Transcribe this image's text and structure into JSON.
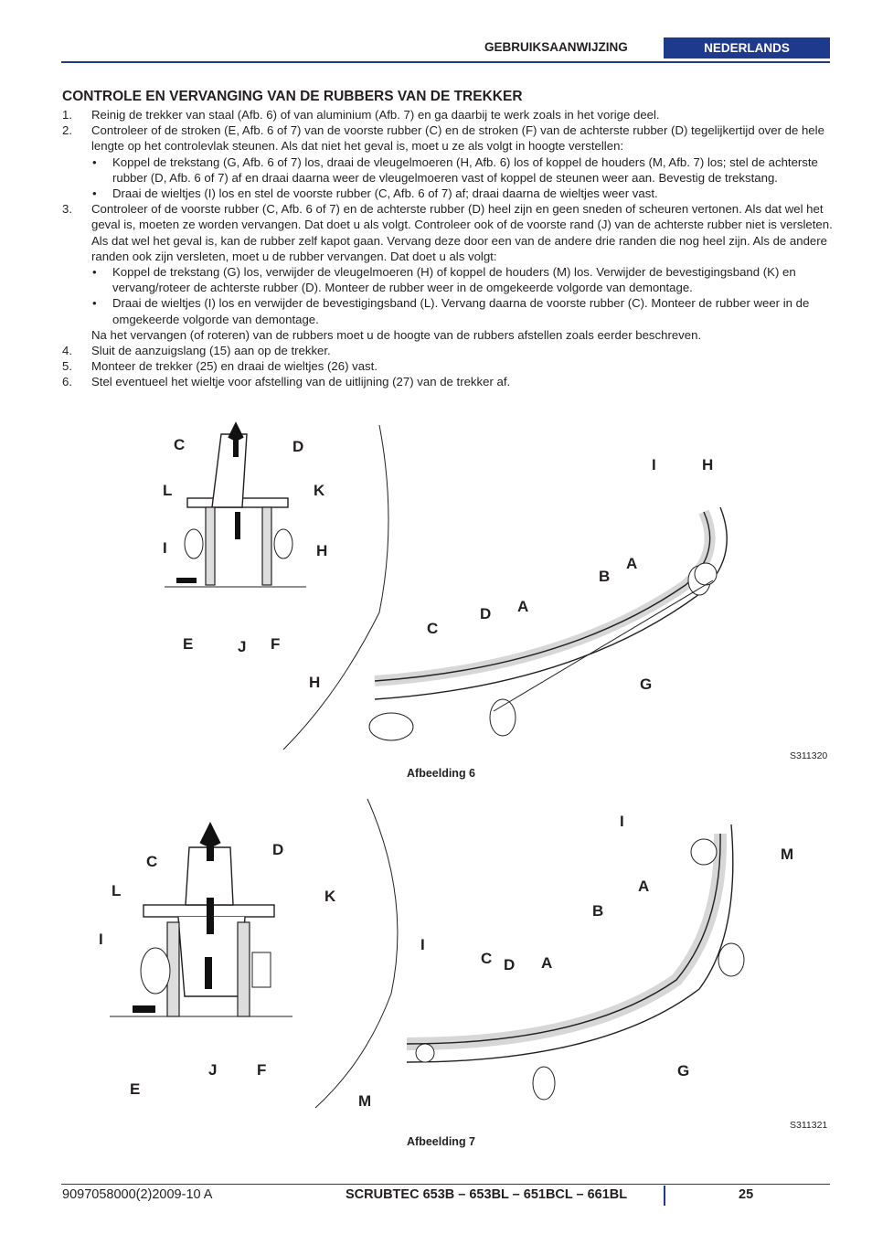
{
  "header": {
    "manual_label": "GEBRUIKSAANWIJZING",
    "language": "NEDERLANDS"
  },
  "section": {
    "title": "CONTROLE EN VERVANGING VAN DE RUBBERS VAN DE TREKKER",
    "steps": [
      {
        "num": "1.",
        "text": "Reinig de trekker van staal (Afb. 6) of van aluminium (Afb. 7) en ga daarbij te werk zoals in het vorige deel."
      },
      {
        "num": "2.",
        "text": "Controleer of de stroken (E, Afb. 6 of 7) van de voorste rubber (C) en de stroken (F) van de achterste rubber (D) tegelijkertijd over de hele lengte op het controlevlak steunen. Als dat niet het geval is, moet u ze als volgt in hoogte verstellen:",
        "bullets": [
          "Koppel de trekstang (G, Afb. 6 of 7) los, draai de vleugelmoeren (H, Afb. 6) los of koppel de houders (M, Afb. 7) los; stel de achterste rubber (D, Afb. 6 of 7) af en draai daarna weer de vleugelmoeren vast of koppel de steunen weer aan. Bevestig de trekstang.",
          "Draai de wieltjes (I) los en stel de voorste rubber (C, Afb. 6 of 7) af; draai daarna de wieltjes weer vast."
        ]
      },
      {
        "num": "3.",
        "text": "Controleer of de voorste rubber (C, Afb. 6 of 7) en de achterste rubber (D) heel zijn en geen sneden of scheuren vertonen. Als dat wel het geval is, moeten ze worden vervangen. Dat doet u als volgt. Controleer ook of de voorste rand (J) van de achterste rubber niet is versleten. Als dat wel het geval is, kan de rubber zelf kapot gaan. Vervang deze door een van de andere drie randen die nog heel zijn. Als de andere randen ook zijn versleten, moet u de rubber vervangen. Dat doet u als volgt:",
        "bullets": [
          "Koppel de trekstang (G) los, verwijder de vleugelmoeren (H) of koppel de houders (M) los. Verwijder de bevestigingsband (K) en vervang/roteer de achterste rubber (D). Monteer de rubber weer in de omgekeerde volgorde van demontage.",
          "Draai de wieltjes (I) los en verwijder de bevestigingsband (L). Vervang daarna de voorste rubber (C). Monteer de rubber weer in de omgekeerde volgorde van demontage."
        ],
        "after": "Na het vervangen (of roteren) van de rubbers moet u de hoogte van de rubbers afstellen zoals eerder beschreven."
      },
      {
        "num": "4.",
        "text": "Sluit de aanzuigslang (15) aan op de trekker."
      },
      {
        "num": "5.",
        "text": "Monteer de trekker (25) en draai de wieltjes (26) vast."
      },
      {
        "num": "6.",
        "text": "Stel eventueel het wieltje voor afstelling van de uitlijning (27) van de trekker af."
      }
    ]
  },
  "figure6": {
    "caption": "Afbeelding 6",
    "code": "S311320",
    "labels": {
      "C": "C",
      "D": "D",
      "L": "L",
      "K": "K",
      "I": "I",
      "H": "H",
      "E": "E",
      "J": "J",
      "F": "F",
      "I2": "I",
      "H2": "H",
      "A": "A",
      "B": "B",
      "A2": "A",
      "D2": "D",
      "C2": "C",
      "H3": "H",
      "G": "G"
    }
  },
  "figure7": {
    "caption": "Afbeelding 7",
    "code": "S311321",
    "labels": {
      "C": "C",
      "D": "D",
      "L": "L",
      "K": "K",
      "I": "I",
      "E": "E",
      "J": "J",
      "F": "F",
      "I2": "I",
      "M": "M",
      "A": "A",
      "B": "B",
      "I3": "I",
      "C2": "C",
      "D2": "D",
      "A2": "A",
      "G": "G",
      "M2": "M"
    }
  },
  "footer": {
    "doc_number": "9097058000(2)2009-10 A",
    "models": "SCRUBTEC 653B – 653BL – 651BCL – 661BL",
    "page": "25"
  }
}
